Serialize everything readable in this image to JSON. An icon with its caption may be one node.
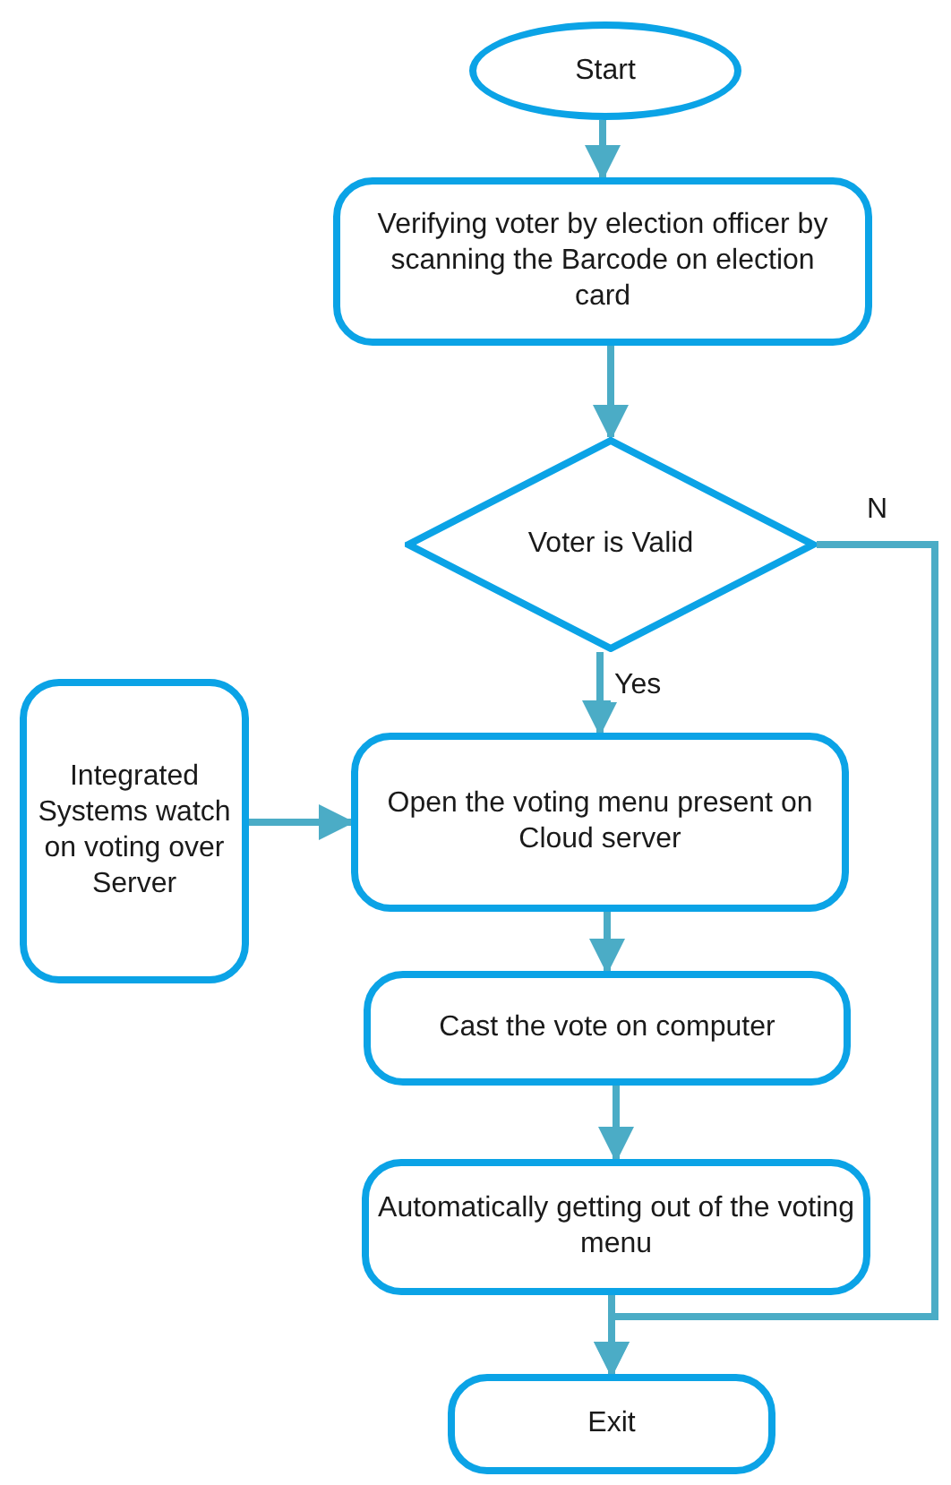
{
  "diagram": {
    "nodes": [
      {
        "text": [
          "Start"
        ]
      },
      {
        "text": [
          "Verifying voter by election officer by scanning the Barcode on election card"
        ]
      },
      {
        "text": [
          "Voter is Valid"
        ]
      },
      {
        "text": [
          "Integrated Systems watch on voting over Server"
        ]
      },
      {
        "text": [
          "Open the voting menu present on Cloud server"
        ]
      },
      {
        "text": [
          "Cast the vote on computer"
        ]
      },
      {
        "text": [
          "Automatically getting out of the voting menu"
        ]
      },
      {
        "text": [
          "Exit"
        ]
      }
    ],
    "edges": [
      {
        "from": 0,
        "to": 1,
        "arrow": "to"
      },
      {
        "from": 1,
        "to": 2,
        "arrow": "to"
      },
      {
        "from": 2,
        "to": 4,
        "label": "Yes",
        "arrow": "to"
      },
      {
        "from": 2,
        "to": 7,
        "label": "N",
        "arrow": "to"
      },
      {
        "from": 3,
        "to": 4,
        "arrow": "to"
      },
      {
        "from": 4,
        "to": 5,
        "arrow": "to"
      },
      {
        "from": 5,
        "to": 6,
        "arrow": "to"
      },
      {
        "from": 6,
        "to": 7,
        "arrow": "to"
      }
    ]
  }
}
